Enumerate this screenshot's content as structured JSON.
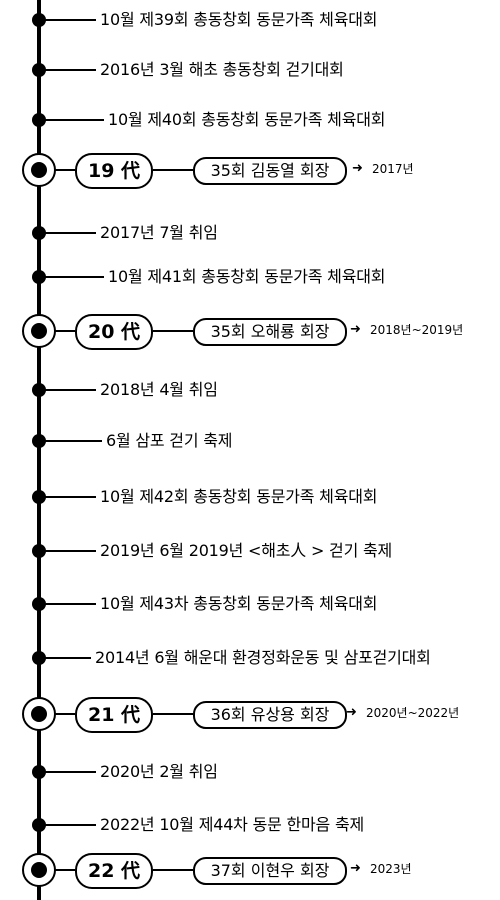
{
  "rows": [
    {
      "kind": "event",
      "text": "10월 제39회 총동창회 동문가족 체육대회"
    },
    {
      "kind": "event",
      "text": "2016년 3월 해초 총동창회 걷기대회"
    },
    {
      "kind": "event",
      "text": "10월 제40회 총동창회 동문가족 체육대회"
    },
    {
      "kind": "generation",
      "gen": "19 代",
      "president": "35회 김동열 회장",
      "arrow": "➜",
      "years": "2017년"
    },
    {
      "kind": "event",
      "text": "2017년  7월  취임"
    },
    {
      "kind": "event",
      "text": "10월 제41회 총동창회 동문가족 체육대회"
    },
    {
      "kind": "generation",
      "gen": "20 代",
      "president": "35회 오해룡 회장",
      "arrow": "➜",
      "years": "2018년~2019년"
    },
    {
      "kind": "event",
      "text": "2018년 4월 취임"
    },
    {
      "kind": "event",
      "text": "6월 삼포 걷기 축제"
    },
    {
      "kind": "event",
      "text": "10월 제42회 총동창회 동문가족 체육대회"
    },
    {
      "kind": "event",
      "text": "2019년 6월 2019년 <해초人 > 걷기 축제"
    },
    {
      "kind": "event",
      "text": "10월 제43차 총동창회 동문가족 체육대회"
    },
    {
      "kind": "event",
      "text": "2014년 6월 해운대 환경정화운동 및 삼포걷기대회"
    },
    {
      "kind": "generation",
      "gen": "21 代",
      "president": "36회 유상용 회장",
      "arrow": "➜",
      "years": "2020년~2022년"
    },
    {
      "kind": "event",
      "text": "2020년 2월 취임"
    },
    {
      "kind": "event",
      "text": "2022년 10월 제44차 동문 한마음 축제"
    },
    {
      "kind": "generation",
      "gen": "22 代",
      "president": "37회 이현우 회장",
      "arrow": "➜",
      "years": "2023년"
    }
  ]
}
